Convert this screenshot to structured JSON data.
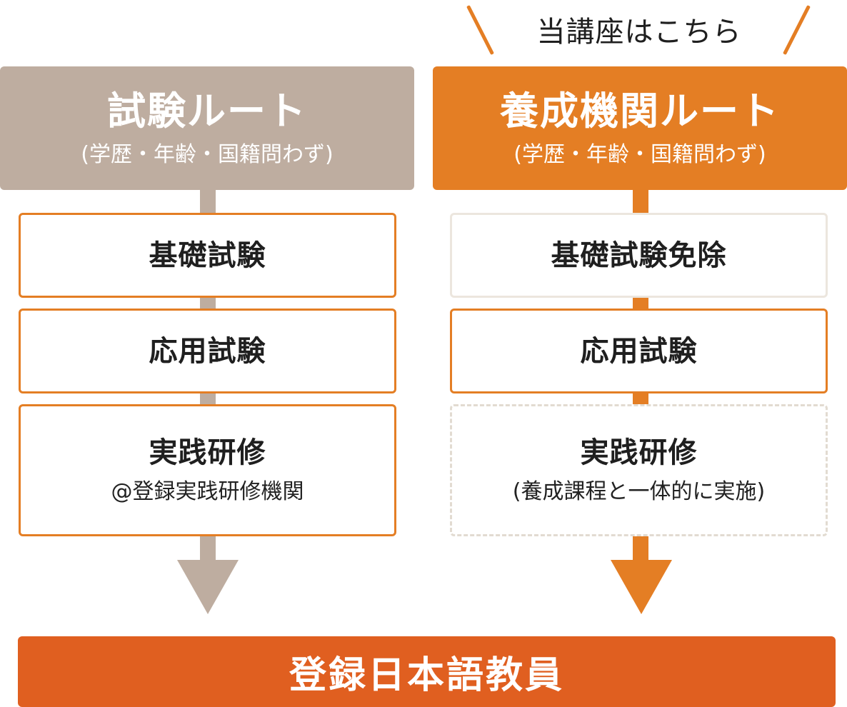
{
  "callout": {
    "text": "当講座はこちら"
  },
  "routes": [
    {
      "title": "試験ルート",
      "subtitle": "(学歴・年齢・国籍問わず)",
      "steps": [
        {
          "title": "基礎試験",
          "note": ""
        },
        {
          "title": "応用試験",
          "note": ""
        },
        {
          "title": "実践研修",
          "note": "@登録実践研修機関"
        }
      ]
    },
    {
      "title": "養成機関ルート",
      "subtitle": "(学歴・年齢・国籍問わず)",
      "steps": [
        {
          "title": "基礎試験免除",
          "note": ""
        },
        {
          "title": "応用試験",
          "note": ""
        },
        {
          "title": "実践研修",
          "note": "(養成課程と一体的に実施)"
        }
      ]
    }
  ],
  "goal": {
    "text": "登録日本語教員"
  },
  "colors": {
    "exam_route": "#beada0",
    "school_route": "#e47e24",
    "goal": "#e05f20",
    "exempt_border": "#ece6de"
  }
}
